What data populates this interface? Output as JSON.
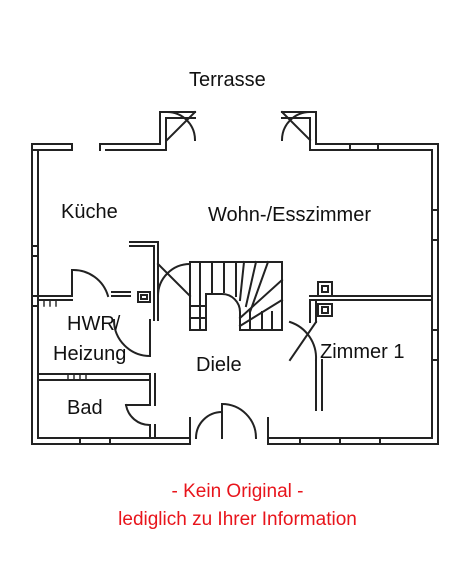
{
  "labels": {
    "terrasse": "Terrasse",
    "kueche": "Küche",
    "wohn": "Wohn-/Esszimmer",
    "hwr_line1": "HWR/",
    "hwr_line2": "Heizung",
    "diele": "Diele",
    "zimmer1": "Zimmer 1",
    "bad": "Bad"
  },
  "note": {
    "line1": "- Kein Original -",
    "line2": "lediglich zu Ihrer Information"
  },
  "colors": {
    "wall": "#222222",
    "text": "#111111",
    "note": "#e8141b",
    "background": "#ffffff"
  }
}
